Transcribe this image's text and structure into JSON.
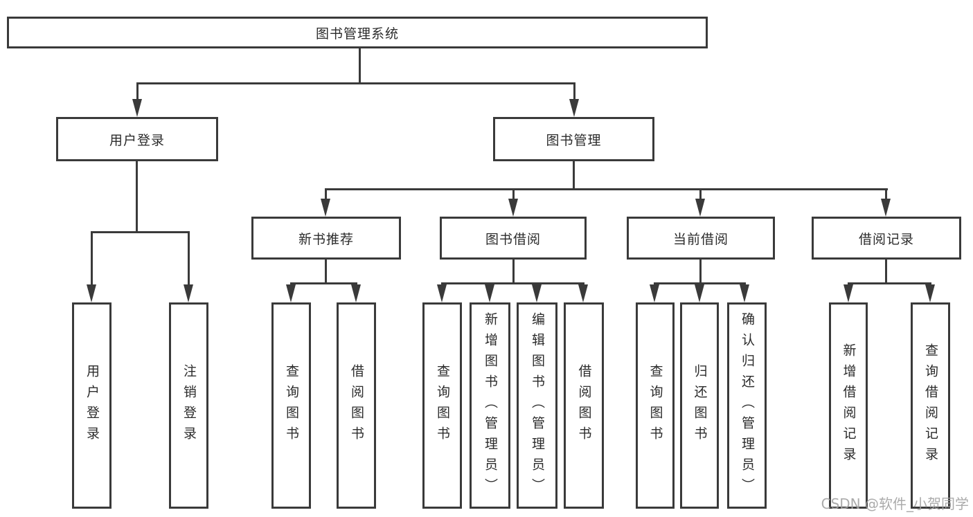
{
  "colors": {
    "line": "#3a3a3a",
    "box_border": "#3a3a3a",
    "box_background": "#ffffff",
    "text": "#2b2b2b",
    "watermark": "#a2a2a2"
  },
  "watermark": "CSDN @软件_小贺同学",
  "diagram": {
    "type": "hierarchy-tree",
    "root": {
      "label": "图书管理系统"
    },
    "level2": [
      {
        "id": "user-login",
        "label": "用户登录",
        "parent": "root"
      },
      {
        "id": "book-management",
        "label": "图书管理",
        "parent": "root"
      }
    ],
    "level3": [
      {
        "id": "new-book-recommend",
        "label": "新书推荐",
        "parent": "book-management"
      },
      {
        "id": "book-borrowing",
        "label": "图书借阅",
        "parent": "book-management"
      },
      {
        "id": "current-borrowing",
        "label": "当前借阅",
        "parent": "book-management"
      },
      {
        "id": "borrowing-records",
        "label": "借阅记录",
        "parent": "book-management"
      }
    ],
    "leaves": [
      {
        "id": "user-login-leaf",
        "label": "用户登录",
        "parent": "user-login"
      },
      {
        "id": "logout-leaf",
        "label": "注销登录",
        "parent": "user-login"
      },
      {
        "id": "query-books-recommend",
        "label": "查询图书",
        "parent": "new-book-recommend"
      },
      {
        "id": "borrow-books-recommend",
        "label": "借阅图书",
        "parent": "new-book-recommend"
      },
      {
        "id": "query-books-borrowing",
        "label": "查询图书",
        "parent": "book-borrowing"
      },
      {
        "id": "add-books-admin",
        "label": "新增图书（管理员）",
        "parent": "book-borrowing"
      },
      {
        "id": "edit-books-admin",
        "label": "编辑图书（管理员）",
        "parent": "book-borrowing"
      },
      {
        "id": "borrow-books",
        "label": "借阅图书",
        "parent": "book-borrowing"
      },
      {
        "id": "query-books-current",
        "label": "查询图书",
        "parent": "current-borrowing"
      },
      {
        "id": "return-books",
        "label": "归还图书",
        "parent": "current-borrowing"
      },
      {
        "id": "confirm-return-admin",
        "label": "确认归还（管理员）",
        "parent": "current-borrowing"
      },
      {
        "id": "add-borrowing-record",
        "label": "新增借阅记录",
        "parent": "borrowing-records"
      },
      {
        "id": "query-borrowing-record",
        "label": "查询借阅记录",
        "parent": "borrowing-records"
      }
    ]
  }
}
